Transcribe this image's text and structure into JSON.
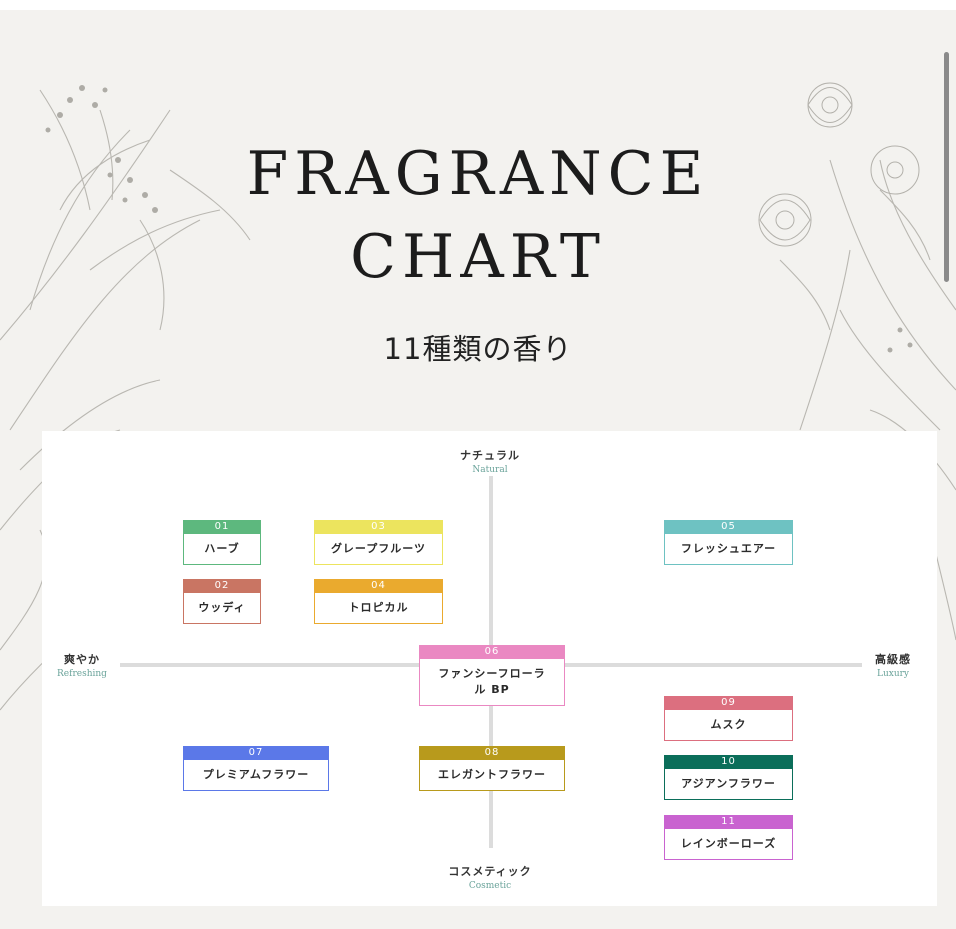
{
  "header": {
    "title_line1": "FRAGRANCE",
    "title_line2": "CHART",
    "subtitle": "11種類の香り"
  },
  "chart": {
    "axes": {
      "top": {
        "jp": "ナチュラル",
        "en": "Natural"
      },
      "bottom": {
        "jp": "コスメティック",
        "en": "Cosmetic"
      },
      "left": {
        "jp": "爽やか",
        "en": "Refreshing"
      },
      "right": {
        "jp": "高級感",
        "en": "Luxury"
      }
    },
    "items": [
      {
        "num": "01",
        "name": "ハーブ",
        "color": "#5db87e"
      },
      {
        "num": "02",
        "name": "ウッディ",
        "color": "#c97563"
      },
      {
        "num": "03",
        "name": "グレープフルーツ",
        "color": "#ece45e"
      },
      {
        "num": "04",
        "name": "トロピカル",
        "color": "#eaaa2e"
      },
      {
        "num": "05",
        "name": "フレッシュエアー",
        "color": "#6ec2c2"
      },
      {
        "num": "06",
        "name": "ファンシーフローラル BP",
        "color": "#ea88c2"
      },
      {
        "num": "07",
        "name": "プレミアムフラワー",
        "color": "#5b78e8"
      },
      {
        "num": "08",
        "name": "エレガントフラワー",
        "color": "#b89a1c"
      },
      {
        "num": "09",
        "name": "ムスク",
        "color": "#dc6f7f"
      },
      {
        "num": "10",
        "name": "アジアンフラワー",
        "color": "#0b6e5a"
      },
      {
        "num": "11",
        "name": "レインボーローズ",
        "color": "#c963d0"
      }
    ]
  },
  "colors": {
    "page_background": "#f3f2ef",
    "axis": "#dcdcdc",
    "axis_english": "#6aa39a"
  }
}
